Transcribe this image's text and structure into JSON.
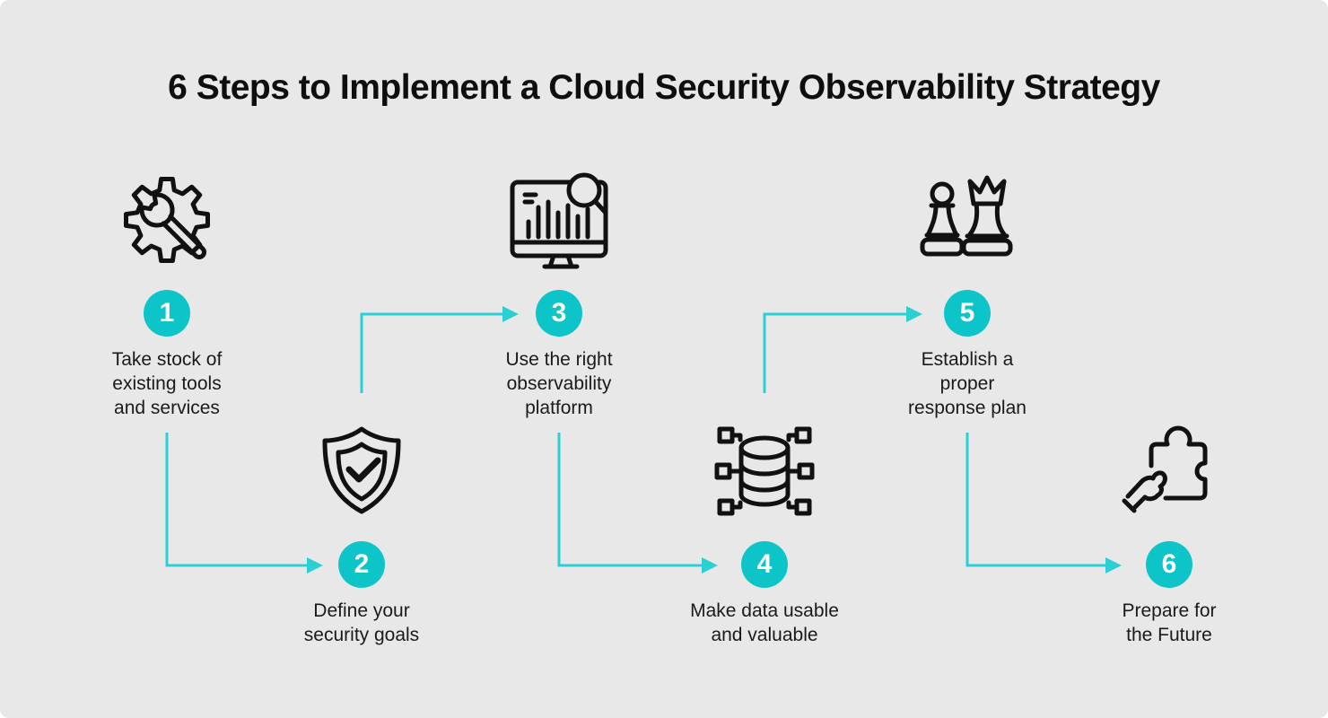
{
  "title": "6 Steps to Implement a Cloud Security Observability Strategy",
  "colors": {
    "background": "#E8E8E8",
    "accent": "#0DC5C9",
    "arrow": "#2CCFD4",
    "text": "#1A1A1A",
    "icon_stroke": "#111111"
  },
  "steps": [
    {
      "number": "1",
      "icon": "gear-wrench-icon",
      "label": [
        "Take stock of",
        "existing tools",
        "and services"
      ]
    },
    {
      "number": "2",
      "icon": "shield-check-icon",
      "label": [
        "Define your",
        "security goals"
      ]
    },
    {
      "number": "3",
      "icon": "monitor-analytics-icon",
      "label": [
        "Use the right",
        "observability",
        "platform"
      ]
    },
    {
      "number": "4",
      "icon": "database-network-icon",
      "label": [
        "Make data usable",
        "and valuable"
      ]
    },
    {
      "number": "5",
      "icon": "chess-strategy-icon",
      "label": [
        "Establish a",
        "proper",
        "response plan"
      ]
    },
    {
      "number": "6",
      "icon": "puzzle-hand-icon",
      "label": [
        "Prepare for",
        "the Future"
      ]
    }
  ],
  "connectors": [
    "step-1-to-step-2",
    "step-2-to-step-3",
    "step-3-to-step-4",
    "step-4-to-step-5",
    "step-5-to-step-6"
  ]
}
